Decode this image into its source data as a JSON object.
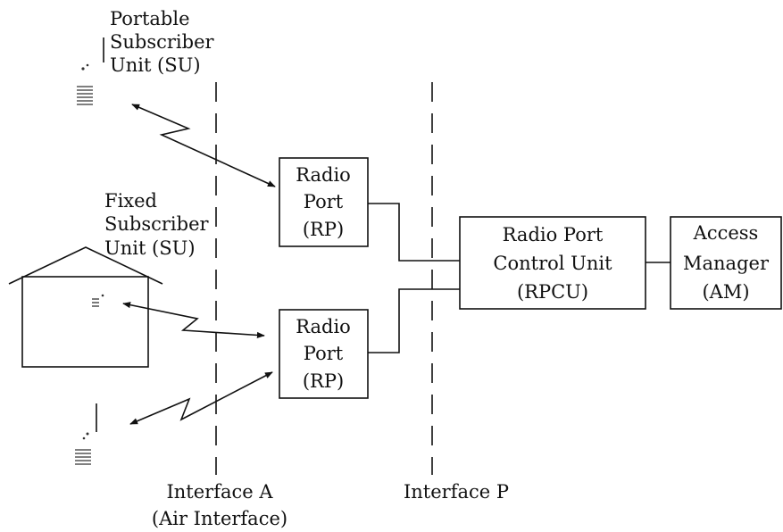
{
  "su_portable": {
    "line1": "Portable",
    "line2": "Subscriber",
    "line3": "Unit (SU)"
  },
  "su_fixed": {
    "line1": "Fixed",
    "line2": "Subscriber",
    "line3": "Unit (SU)"
  },
  "rp_top": {
    "line1": "Radio",
    "line2": "Port",
    "line3": "(RP)"
  },
  "rp_bottom": {
    "line1": "Radio",
    "line2": "Port",
    "line3": "(RP)"
  },
  "rpcu": {
    "line1": "Radio Port",
    "line2": "Control Unit",
    "line3": "(RPCU)"
  },
  "am": {
    "line1": "Access",
    "line2": "Manager",
    "line3": "(AM)"
  },
  "interface_a": {
    "label": "Interface A",
    "sublabel": "(Air Interface)"
  },
  "interface_p": {
    "label": "Interface P"
  },
  "colors": {
    "ink": "#111111",
    "background": "#ffffff"
  },
  "icons": [
    "portable-phone-icon",
    "house-icon",
    "fixed-terminal-icon",
    "phone-icon"
  ]
}
